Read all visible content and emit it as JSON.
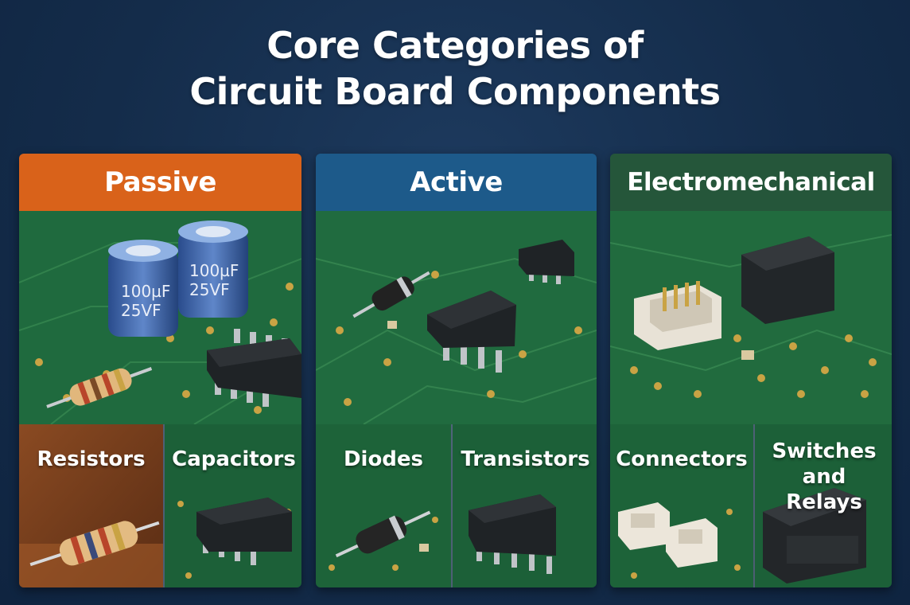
{
  "title": {
    "line1": "Core Categories of",
    "line2": "Circuit Board Components"
  },
  "panels": [
    {
      "name": "Passive",
      "header_color": "#d9621a",
      "items": [
        "Resistors",
        "Capacitors"
      ],
      "capacitor_markings": [
        "100µF",
        "25VF"
      ]
    },
    {
      "name": "Active",
      "header_color": "#1d5a8a",
      "items": [
        "Diodes",
        "Transistors"
      ]
    },
    {
      "name": "Electromechanical",
      "header_color": "#25563a",
      "items": [
        "Connectors",
        "Switches and Relays"
      ]
    }
  ],
  "colors": {
    "background": "#152f4e",
    "pcb_green": "#1f6b3d",
    "gold_pad": "#c9a344"
  }
}
